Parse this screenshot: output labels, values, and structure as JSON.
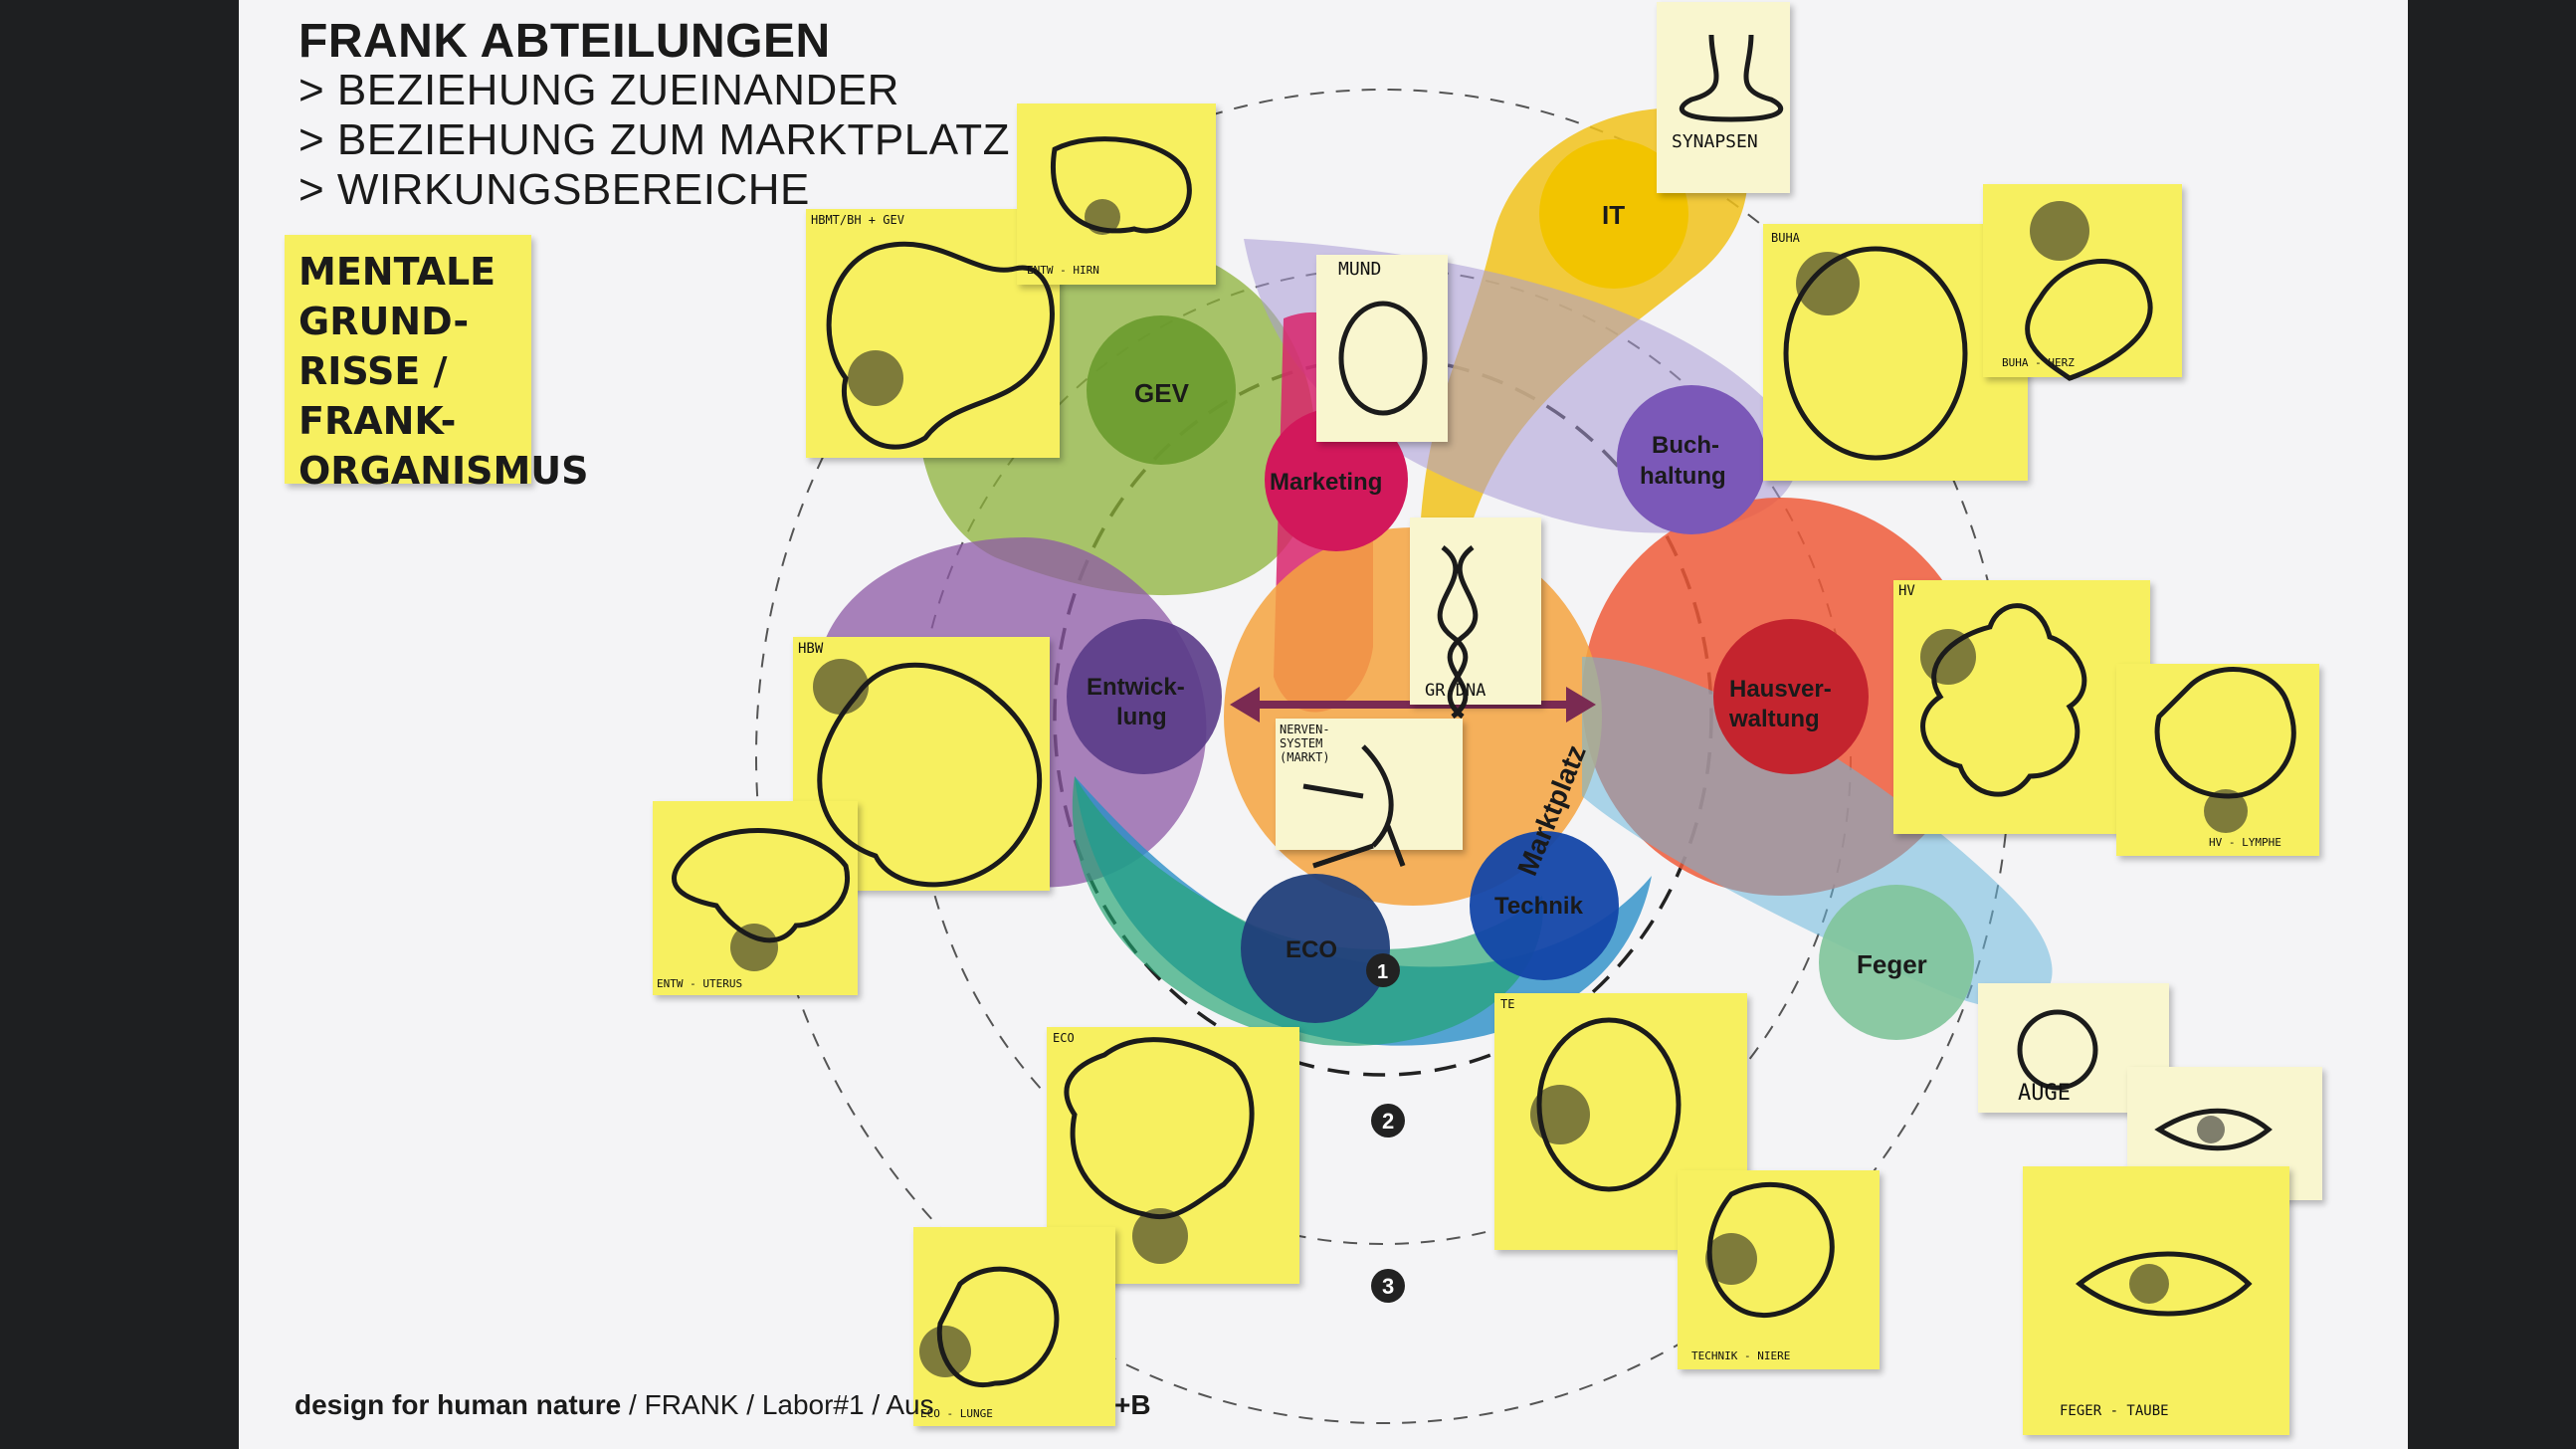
{
  "title": "FRANK ABTEILUNGEN",
  "subtitles": [
    "> BEZIEHUNG ZUEINANDER",
    "> BEZIEHUNG ZUM MARKTPLATZ",
    "> WIRKUNGSBEREICHE"
  ],
  "mentale_note": "MENTALE\nGRUND-\nRISSE /\nFRANK-\nORGANISMUS",
  "departments": {
    "gev": "GEV",
    "it": "IT",
    "marketing": "Marketing",
    "buchhaltung": "Buch-\nhaltung",
    "entwicklung": "Entwick-\nlung",
    "hausverwaltung": "Hausver-\nwaltung",
    "eco": "ECO",
    "technik": "Technik",
    "feger": "Feger",
    "marktplatz": "Marktplatz"
  },
  "ring_numbers": [
    "1",
    "2",
    "3"
  ],
  "sticky_labels": {
    "mund": "MUND",
    "synapsen": "SYNAPSEN",
    "gr_dna": "GR-DNA",
    "nervensystem": "NERVEN-\nSYSTEM\n(MARKT)",
    "auge": "AUGE",
    "hbmt": "HBMT/BH + GEV",
    "entw_hirn": "ENTW - HIRN",
    "buha": "BUHA",
    "buha_herz": "BUHA - HERZ",
    "hv": "HV",
    "hv_lymphe": "HV - LYMPHE",
    "hbw": "HBW",
    "entw_uterus": "ENTW - UTERUS",
    "eco": "ECO",
    "eco_lunge": "ECO - LUNGE",
    "te": "TE",
    "technik_niere": "TECHNIK - NIERE",
    "feger_taube": "FEGER - TAUBE"
  },
  "footer": {
    "brand": "design for human nature",
    "rest": " / FRANK / Labor#1 / Aus",
    "tail": "+B"
  }
}
